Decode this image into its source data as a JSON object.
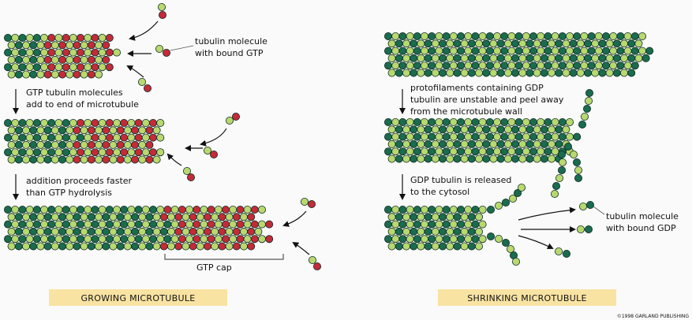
{
  "colors": {
    "dark": "#1a6b4f",
    "light": "#b8d870",
    "red": "#c32b3a",
    "outline": "#0b2a1f",
    "caption_bg": "#f9e3a2"
  },
  "left": {
    "label1": [
      "GTP tubulin molecules",
      "add to end of microtubule"
    ],
    "label2": [
      "addition proceeds faster",
      "than GTP hydrolysis"
    ],
    "tubulin_gtp": [
      "tubulin molecule",
      "with bound GTP"
    ],
    "gtp_cap": "GTP cap",
    "caption": "GROWING MICROTUBULE"
  },
  "right": {
    "label1": [
      "protofilaments containing GDP",
      "tubulin are unstable and peel away",
      "from the microtubule wall"
    ],
    "label2": [
      "GDP tubulin is released",
      "to the cytosol"
    ],
    "tubulin_gdp": [
      "tubulin molecule",
      "with bound GDP"
    ],
    "caption": "SHRINKING MICROTUBULE"
  },
  "copyright": "©1998 GARLAND PUBLISHING"
}
